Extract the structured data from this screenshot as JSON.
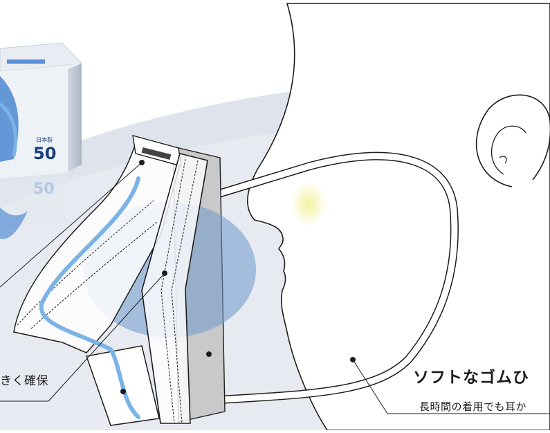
{
  "product_box": {
    "count_label": "50",
    "made_in_label": "日本製",
    "reflection_count": "50"
  },
  "callouts": {
    "left_text": "きく確保",
    "right_title": "ソフトなゴムひ",
    "right_subtitle": "長時間の着用でも耳か"
  },
  "colors": {
    "background_arc": "#dfe3ec",
    "mask_outline": "#2b2b2b",
    "blue_highlight": "#7ab4e6",
    "blue_airspace": "#6e98cc",
    "mask_side_panel": "#c9c9c9",
    "box_blue": "#3f7fd0",
    "nose_glow": "#f2ee9a"
  }
}
